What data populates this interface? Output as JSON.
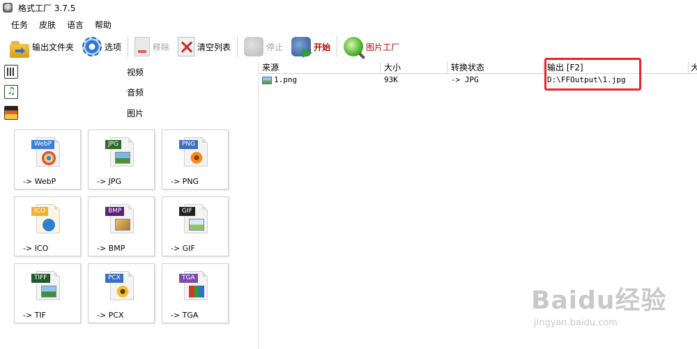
{
  "window": {
    "title": "格式工厂 3.7.5"
  },
  "menu": [
    "任务",
    "皮肤",
    "语言",
    "帮助"
  ],
  "toolbar": {
    "output_folder": "输出文件夹",
    "options": "选项",
    "remove": "移除",
    "clear_list": "清空列表",
    "stop": "停止",
    "start": "开始",
    "picture_factory": "图片工厂"
  },
  "categories": {
    "video": "视频",
    "audio": "音频",
    "picture": "图片"
  },
  "formats": [
    {
      "tag": "WebP",
      "label": "-> WebP",
      "color": "#3a7fd5"
    },
    {
      "tag": "JPG",
      "label": "-> JPG",
      "color": "#2f6b2f"
    },
    {
      "tag": "PNG",
      "label": "-> PNG",
      "color": "#3c6fc0"
    },
    {
      "tag": "ICO",
      "label": "-> ICO",
      "color": "#f0b030"
    },
    {
      "tag": "BMP",
      "label": "-> BMP",
      "color": "#5b1f7a"
    },
    {
      "tag": "GIF",
      "label": "-> GIF",
      "color": "#222222"
    },
    {
      "tag": "TIFF",
      "label": "-> TIF",
      "color": "#1f5a2a"
    },
    {
      "tag": "PCX",
      "label": "-> PCX",
      "color": "#3b6fc4"
    },
    {
      "tag": "TGA",
      "label": "-> TGA",
      "color": "#7b4bb0"
    }
  ],
  "table": {
    "headers": [
      "来源",
      "大小",
      "转换状态",
      "输出 [F2]",
      "大"
    ],
    "rows": [
      {
        "source": "1.png",
        "size": "93K",
        "status": "-> JPG",
        "output": "D:\\FFOutput\\1.jpg"
      }
    ]
  },
  "watermark": {
    "brand": "Baidu经验",
    "url": "jingyan.baidu.com"
  },
  "colors": {
    "highlight": "#e8242b",
    "start_label": "#c00000"
  }
}
